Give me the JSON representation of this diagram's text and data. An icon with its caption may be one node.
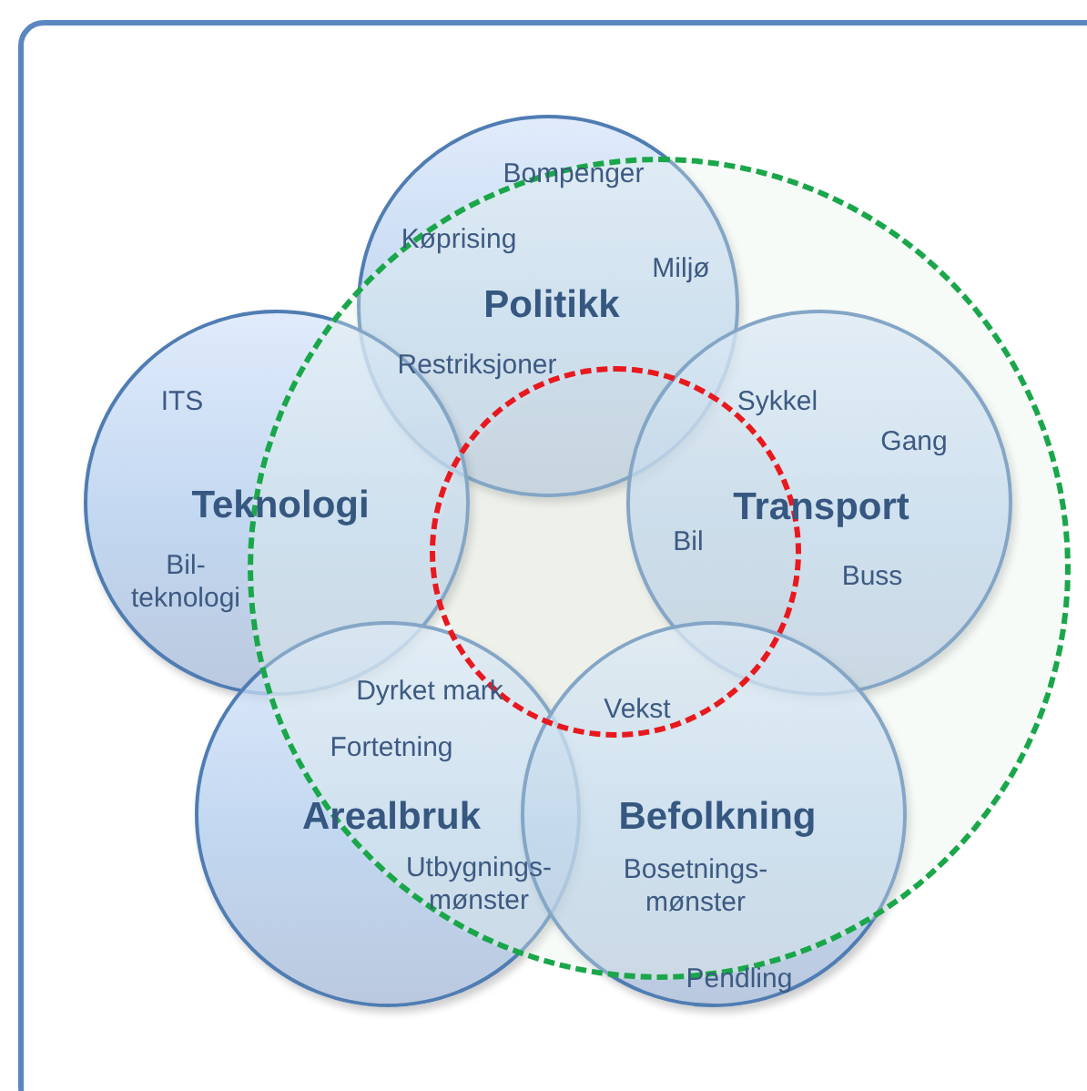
{
  "diagram": {
    "nodes": [
      {
        "text": [
          "Bompenger",
          "Køprising",
          "Miljø",
          "Politikk",
          "Restriksjoner"
        ]
      },
      {
        "text": [
          "ITS",
          "Teknologi",
          "Bil-teknologi"
        ]
      },
      {
        "text": [
          "Sykkel",
          "Gang",
          "Transport",
          "Bil",
          "Buss"
        ]
      },
      {
        "text": [
          "Dyrket mark",
          "Fortetning",
          "Arealbruk",
          "Utbygnings-mønster"
        ]
      },
      {
        "text": [
          "Vekst",
          "Befolkning",
          "Bosetnings-mønster",
          "Pendling"
        ]
      }
    ]
  }
}
